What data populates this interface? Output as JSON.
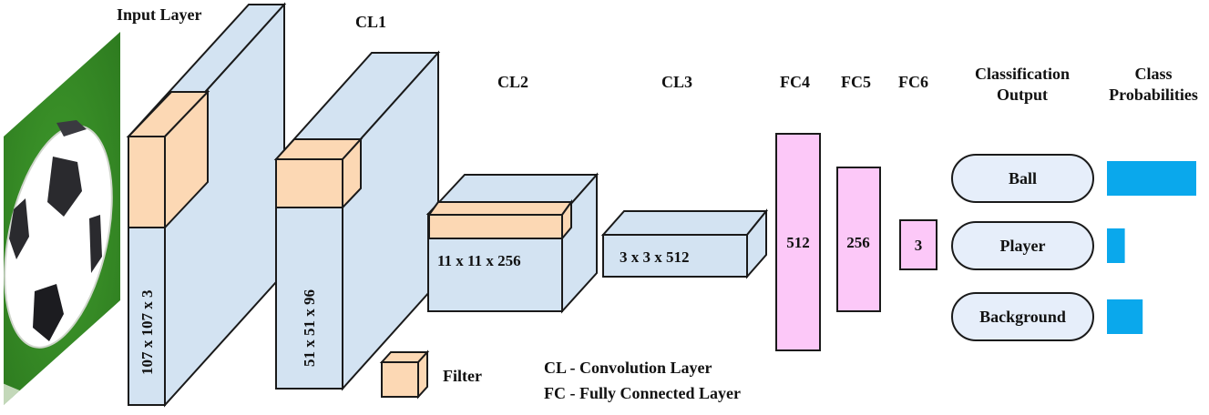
{
  "title": "CNN architecture for soccer scene classification",
  "colors": {
    "layer_fill": "#d3e3f2",
    "filter_fill": "#fcd8b4",
    "fc_fill": "#fcc8f8",
    "pill_fill": "#e6eefa",
    "bar_fill": "#0aa8ec",
    "stroke": "#1a1a1a"
  },
  "input_image": {
    "description": "soccer ball on grass"
  },
  "layers": [
    {
      "id": "input",
      "title": "Input Layer",
      "size": "107 x 107 x 3"
    },
    {
      "id": "cl1",
      "title": "CL1",
      "size": "51 x 51 x 96"
    },
    {
      "id": "cl2",
      "title": "CL2",
      "size": "11 x 11 x 256"
    },
    {
      "id": "cl3",
      "title": "CL3",
      "size": "3 x 3 x 512"
    },
    {
      "id": "fc4",
      "title": "FC4",
      "size": "512"
    },
    {
      "id": "fc5",
      "title": "FC5",
      "size": "256"
    },
    {
      "id": "fc6",
      "title": "FC6",
      "size": "3"
    }
  ],
  "outputs": {
    "title_line1": "Classification",
    "title_line2": "Output",
    "prob_title_line1": "Class",
    "prob_title_line2": "Probabilities",
    "classes": [
      {
        "label": "Ball",
        "probability_relative": 1.0
      },
      {
        "label": "Player",
        "probability_relative": 0.2
      },
      {
        "label": "Background",
        "probability_relative": 0.4
      }
    ]
  },
  "legend": {
    "filter_label": "Filter",
    "cl_def": "CL - Convolution Layer",
    "fc_def": "FC - Fully Connected Layer"
  }
}
